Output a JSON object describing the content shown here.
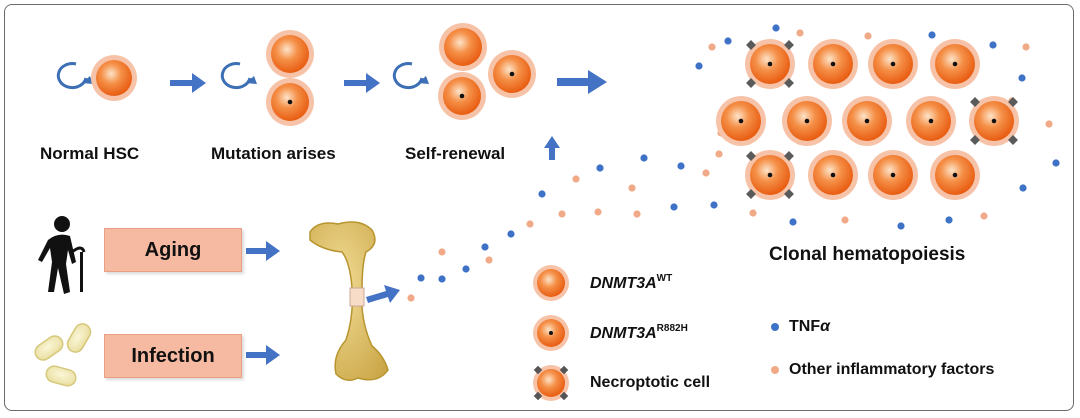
{
  "top_row": {
    "normal_hsc": "Normal HSC",
    "mutation_arises": "Mutation arises",
    "self_renewal": "Self-renewal"
  },
  "factors": {
    "aging": "Aging",
    "infection": "Infection"
  },
  "outcome": {
    "clonal_hematopoiesis": "Clonal hematopoiesis"
  },
  "legend": {
    "wt_gene": "DNMT3A",
    "wt_sup": "WT",
    "mut_gene": "DNMT3A",
    "mut_sup": "R882H",
    "necroptotic": "Necroptotic cell",
    "tnf": "TNF",
    "tnf_alpha": "α",
    "other_factors": "Other inflammatory factors"
  },
  "colors": {
    "cell_core": "#f06a1c",
    "cell_halo": "#f7c3a8",
    "arrow": "#4472c4",
    "tnf_dot": "#3e72c6",
    "inflammatory_dot": "#f0aa88",
    "label_box": "#f6b9a1",
    "bone": "#e3c468"
  },
  "icons": [
    "renewal-loop-icon",
    "elderly-person-icon",
    "bacteria-icon",
    "bone-icon",
    "up-arrow-icon"
  ]
}
